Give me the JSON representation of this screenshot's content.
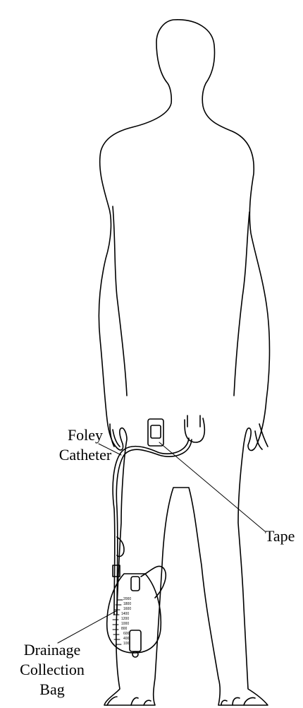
{
  "labels": {
    "foley": [
      "Foley",
      "Catheter"
    ],
    "tape": "Tape",
    "bag": [
      "Drainage",
      "Collection",
      "Bag"
    ]
  },
  "bag_scale": [
    "2000",
    "1800",
    "1600",
    "1400",
    "1200",
    "1000",
    "800",
    "600",
    "400",
    "100"
  ],
  "colors": {
    "line": "#000000",
    "background": "#ffffff"
  }
}
